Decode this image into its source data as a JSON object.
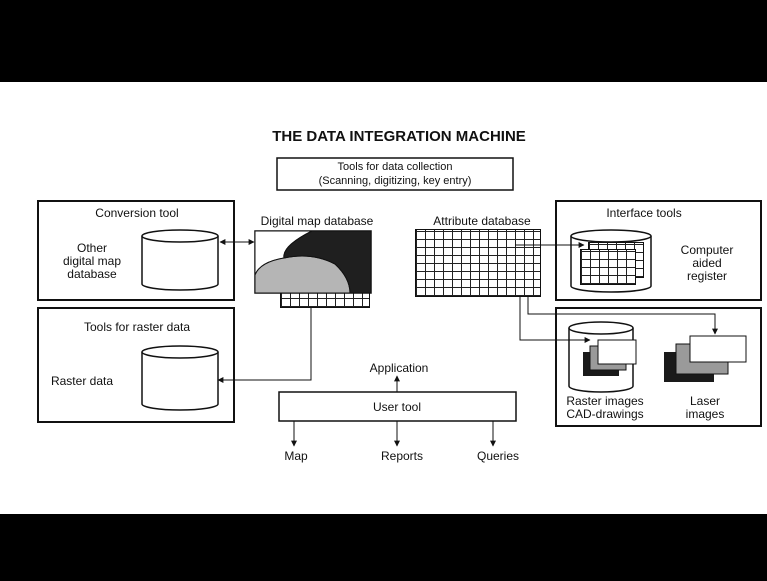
{
  "title": "THE DATA INTEGRATION MACHINE",
  "collection": {
    "line1": "Tools for data collection",
    "line2": "(Scanning, digitizing, key entry)"
  },
  "conversion": {
    "title": "Conversion tool",
    "line1": "Other",
    "line2": "digital map",
    "line3": "database"
  },
  "raster": {
    "title": "Tools for raster data",
    "label": "Raster data"
  },
  "digital_map": {
    "label": "Digital map database"
  },
  "attribute": {
    "label": "Attribute database"
  },
  "interface": {
    "title": "Interface tools",
    "line1": "Computer",
    "line2": "aided",
    "line3": "register"
  },
  "images": {
    "raster_line1": "Raster images",
    "raster_line2": "CAD-drawings",
    "laser_line1": "Laser",
    "laser_line2": "images"
  },
  "application": {
    "label": "Application"
  },
  "user_tool": {
    "label": "User tool"
  },
  "outputs": {
    "map": "Map",
    "reports": "Reports",
    "queries": "Queries"
  }
}
